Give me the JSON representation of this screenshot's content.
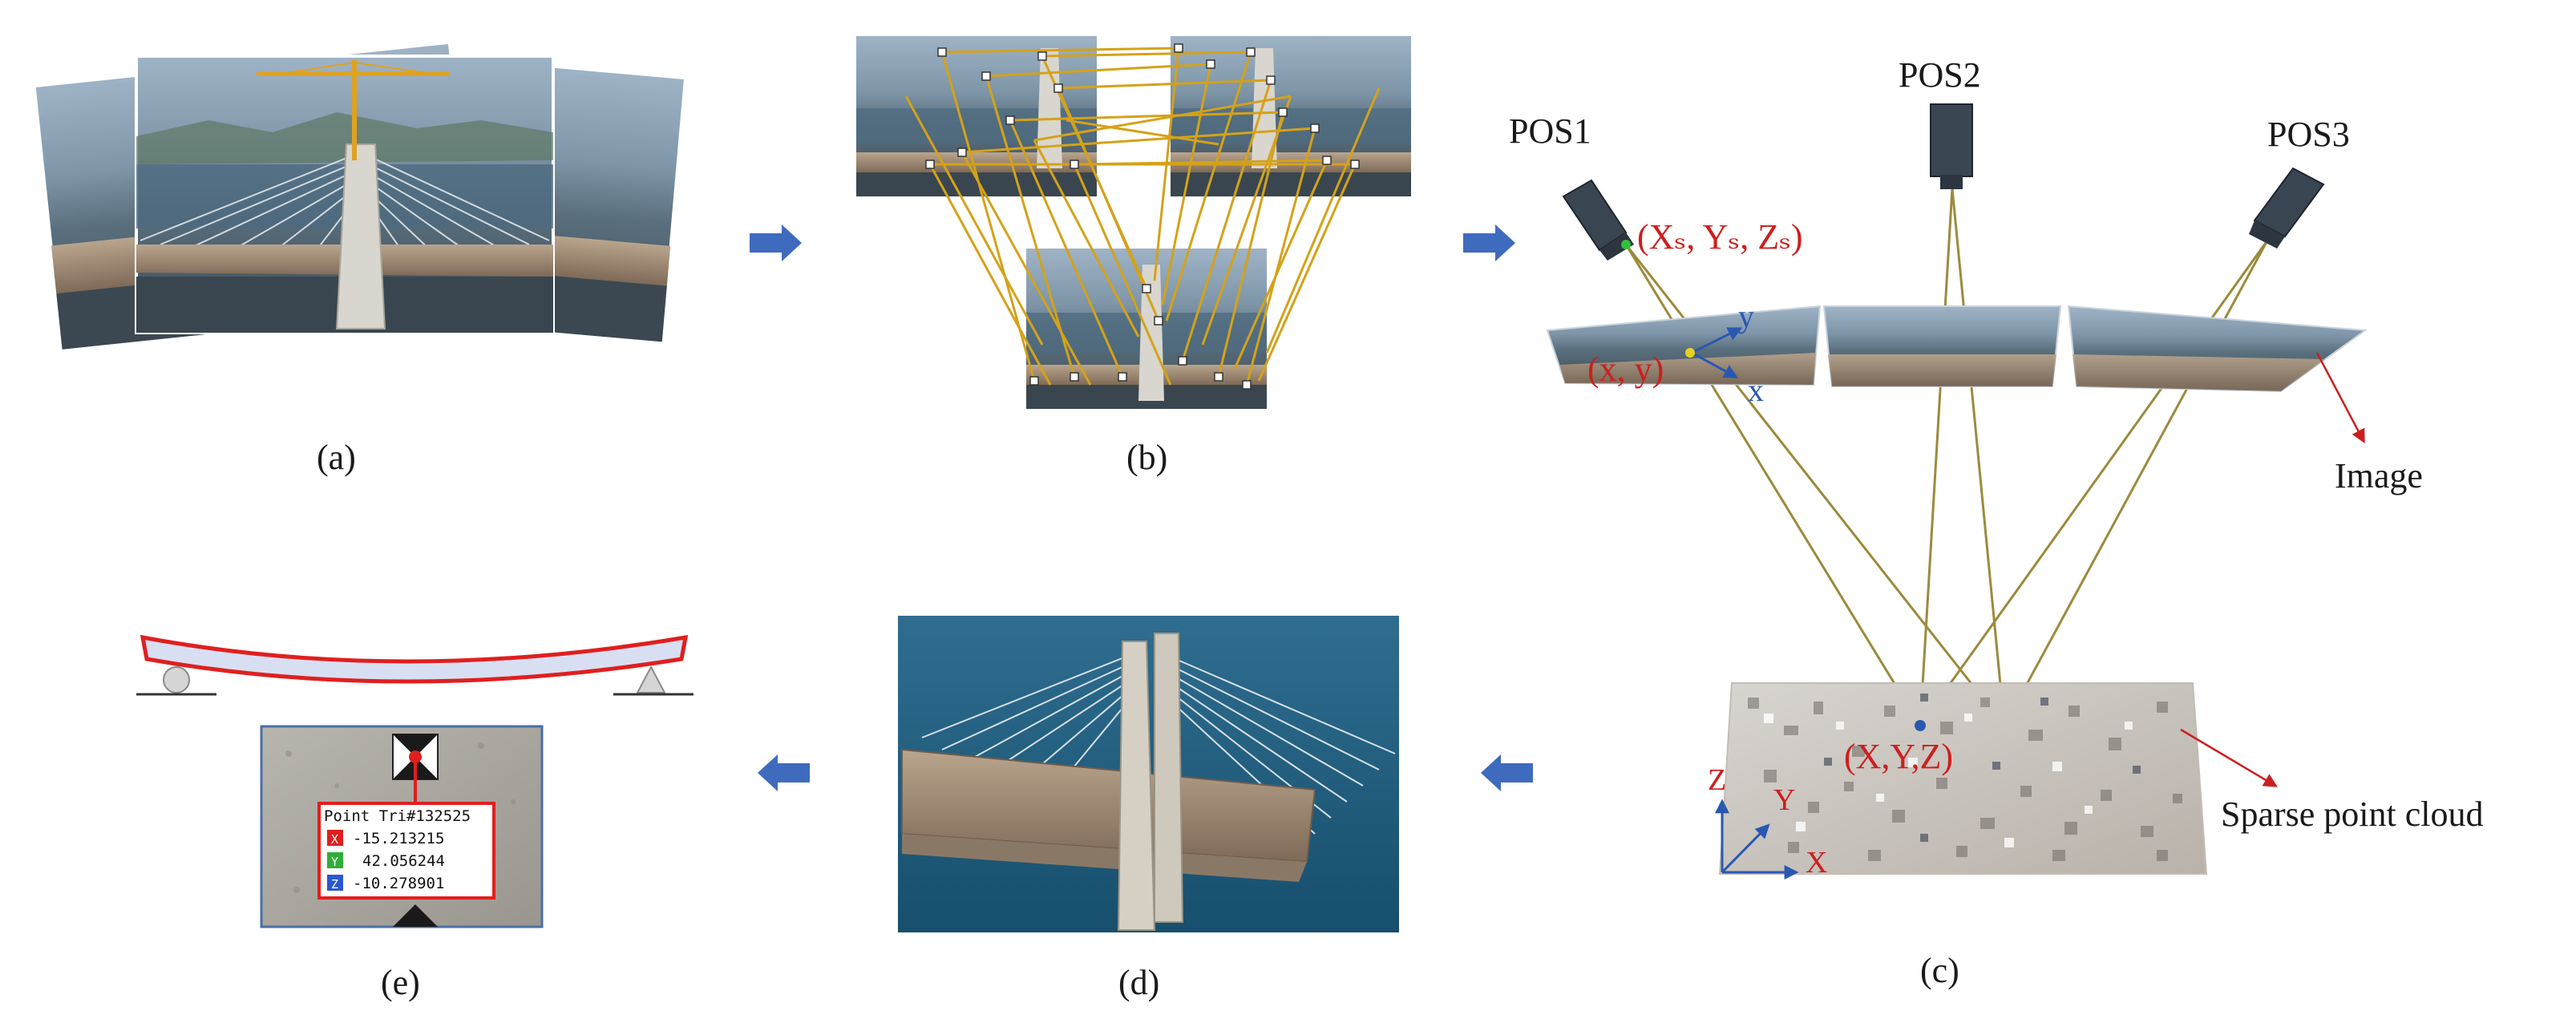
{
  "panel_labels": {
    "a": "(a)",
    "b": "(b)",
    "c": "(c)",
    "d": "(d)",
    "e": "(e)"
  },
  "panel_c": {
    "cameras": [
      "POS1",
      "POS2",
      "POS3"
    ],
    "camera_center": "(Xₛ, Yₛ, Zₛ)",
    "image_point": "(x, y)",
    "image_axis_x": "x",
    "image_axis_y": "y",
    "image_label": "Image",
    "object_point": "(X,Y,Z)",
    "cloud_label": "Sparse point cloud",
    "axis_x": "X",
    "axis_y": "Y",
    "axis_z": "Z"
  },
  "panel_e": {
    "title": "Point Tri#132525",
    "rows": [
      {
        "axis": "X",
        "value": "-15.213215"
      },
      {
        "axis": "Y",
        "value": "42.056244"
      },
      {
        "axis": "Z",
        "value": "-10.278901"
      }
    ]
  },
  "colors": {
    "arrow": "#3f6bbf",
    "ray": "#9c8a3c",
    "match_line": "#d4a21a",
    "red_label": "#cc1f1f",
    "camera_body": "#3a4552",
    "image_frame_border": "#4a6fa5"
  }
}
